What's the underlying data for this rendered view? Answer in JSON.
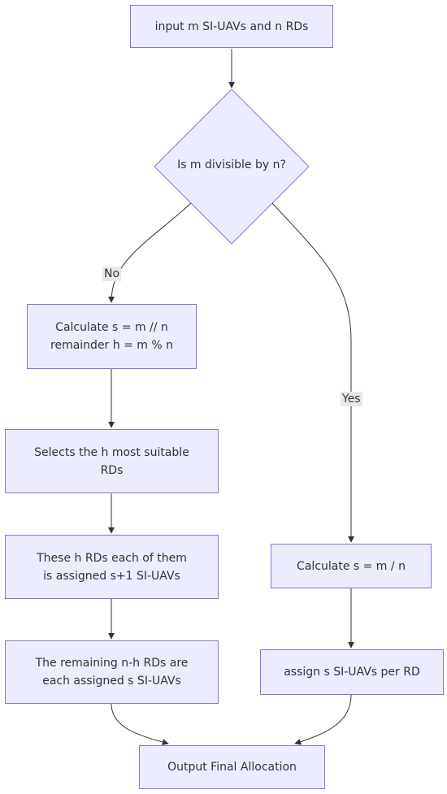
{
  "nodes": {
    "input": "input m SI-UAVs and n RDs",
    "decision": "Is m divisible by n?",
    "calc_remainder": "Calculate s = m // n\nremainder h = m % n",
    "select_rds": "Selects the h most suitable\nRDs",
    "assign_extra": "These h RDs each of them\nis assigned s+1 SI-UAVs",
    "assign_remaining": "The remaining n-h RDs are\neach assigned s SI-UAVs",
    "calc_divisible": "Calculate s = m / n",
    "assign_equal": "assign s SI-UAVs per RD",
    "output": "Output Final Allocation"
  },
  "edge_labels": {
    "no": "No",
    "yes": "Yes"
  },
  "colors": {
    "node_fill": "#ECECFF",
    "node_border": "#9370DB",
    "edge": "#333333",
    "label_bg": "#e8e8e8"
  }
}
